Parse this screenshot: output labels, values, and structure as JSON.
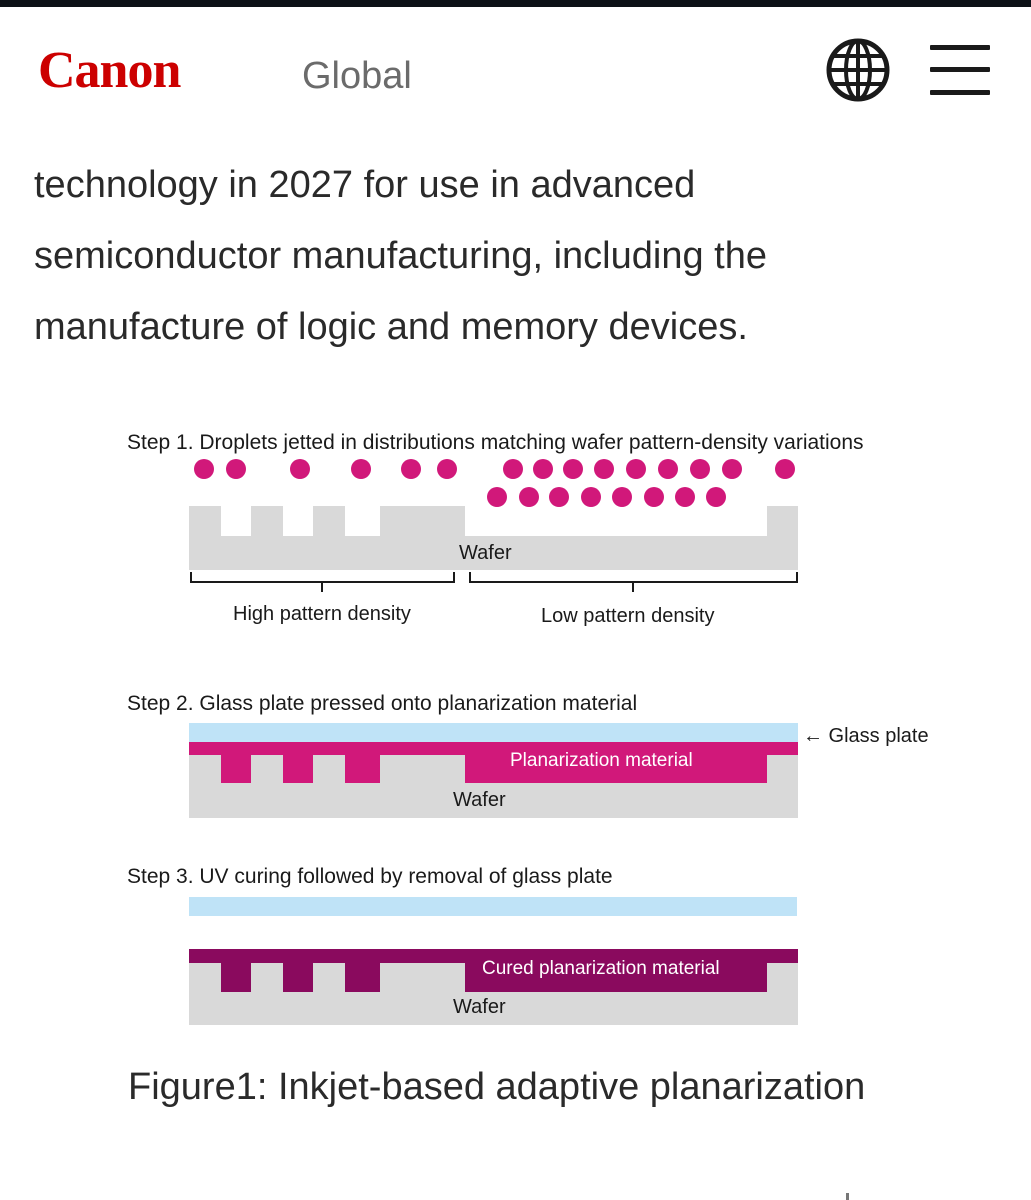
{
  "header": {
    "brand": "Canon",
    "site_label": "Global"
  },
  "icons": {
    "language": "globe-icon",
    "menu": "hamburger-menu-icon"
  },
  "article": {
    "lines": [
      "technology in 2027 for use in advanced",
      "semiconductor manufacturing, including the",
      "manufacture of logic and memory devices."
    ]
  },
  "figure": {
    "step1_title": "Step 1. Droplets jetted in distributions matching wafer pattern-density variations",
    "step1_wafer": "Wafer",
    "high_density": "High pattern density",
    "low_density": "Low pattern density",
    "step2_title": "Step 2. Glass plate pressed onto planarization material",
    "glass_plate_label": "← Glass plate",
    "planarization_material": "Planarization material",
    "step2_wafer": "Wafer",
    "step3_title": "Step 3. UV curing followed by removal of glass plate",
    "cured_material": "Cured planarization material",
    "step3_wafer": "Wafer",
    "caption": "Figure1: Inkjet-based adaptive planarization"
  },
  "colors": {
    "brand_red": "#cc0000",
    "wafer_gray": "#d9d9d9",
    "droplet_magenta": "#d1187a",
    "planarization_magenta": "#d1187a",
    "cured_purple": "#8a0a5e",
    "glass_blue": "#bfe3f7"
  }
}
